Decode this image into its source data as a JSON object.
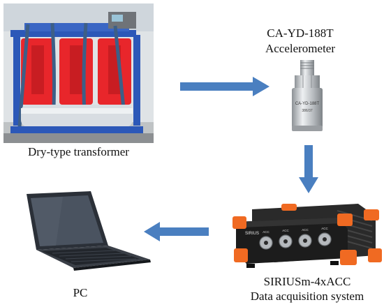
{
  "nodes": {
    "transformer": {
      "label": "Dry-type transformer",
      "icon": "transformer-icon"
    },
    "accelerometer": {
      "title_line1": "CA-YD-188T",
      "title_line2": "Accelerometer",
      "icon": "accelerometer-icon",
      "engraving_model": "CA-YD-188T",
      "engraving_serial": "386/37"
    },
    "daq": {
      "label_line1": "SIRIUSm-4xACC",
      "label_line2": "Data acquisition system",
      "icon": "daq-device-icon",
      "brand_marking": "SIRIUS",
      "channel_labels": [
        "ACC",
        "ACC",
        "ACC",
        "ACC"
      ]
    },
    "pc": {
      "label": "PC",
      "icon": "laptop-icon"
    }
  },
  "edges": [
    {
      "from": "transformer",
      "to": "accelerometer",
      "direction": "right"
    },
    {
      "from": "accelerometer",
      "to": "daq",
      "direction": "down"
    },
    {
      "from": "daq",
      "to": "pc",
      "direction": "left"
    }
  ],
  "colors": {
    "arrow": "#4a7fc0",
    "transformer_body": "#e8262b",
    "daq_accent": "#f06a22",
    "daq_body": "#1c1c1c"
  }
}
